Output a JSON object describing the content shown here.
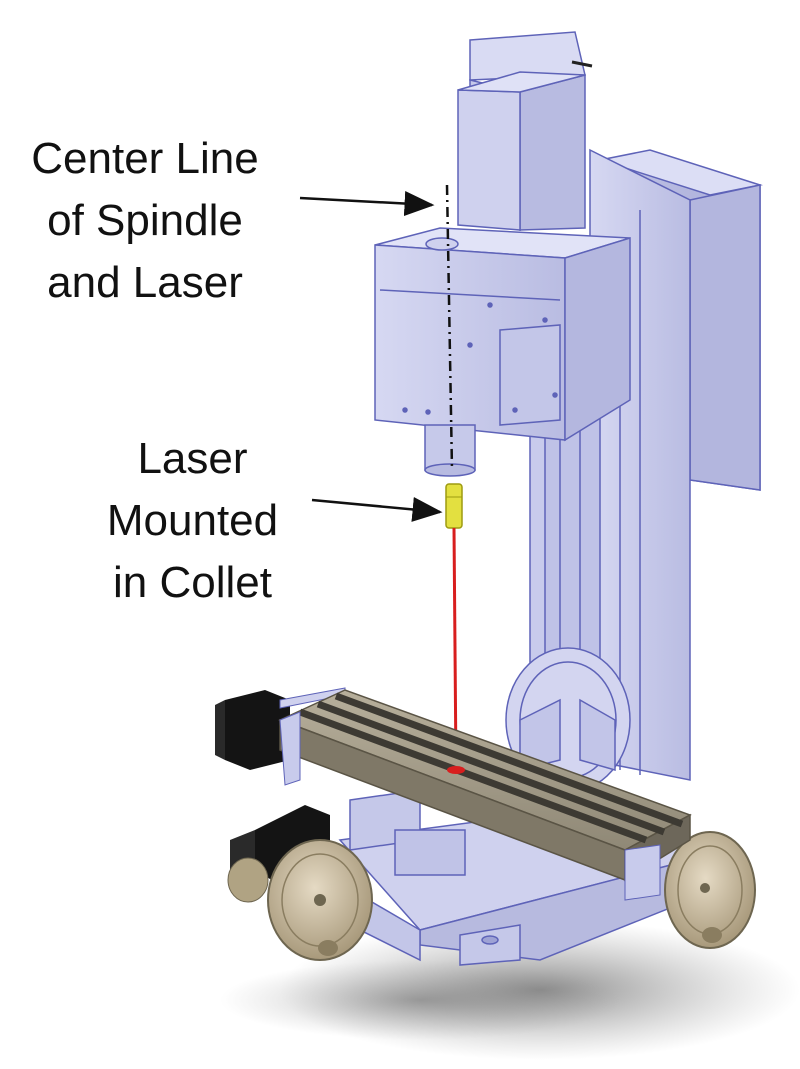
{
  "annotations": {
    "spindle": {
      "lines": [
        "Center Line",
        "of Spindle",
        "and Laser"
      ]
    },
    "laser": {
      "lines": [
        "Laser",
        "Mounted",
        "in Collet"
      ]
    }
  },
  "colors": {
    "machine_body": "#c9cbe9",
    "machine_edge": "#5e63b8",
    "table_surface": "#a79f8c",
    "table_slot": "#3d3a33",
    "laser_housing": "#e3e040",
    "laser_beam": "#d81e1e",
    "motor": "#141414",
    "handwheel": "#cdbfa2",
    "shadow": "#9a9a9a"
  },
  "icons": {
    "machine": "cnc-mill-illustration",
    "laser": "laser-pointer-icon"
  }
}
